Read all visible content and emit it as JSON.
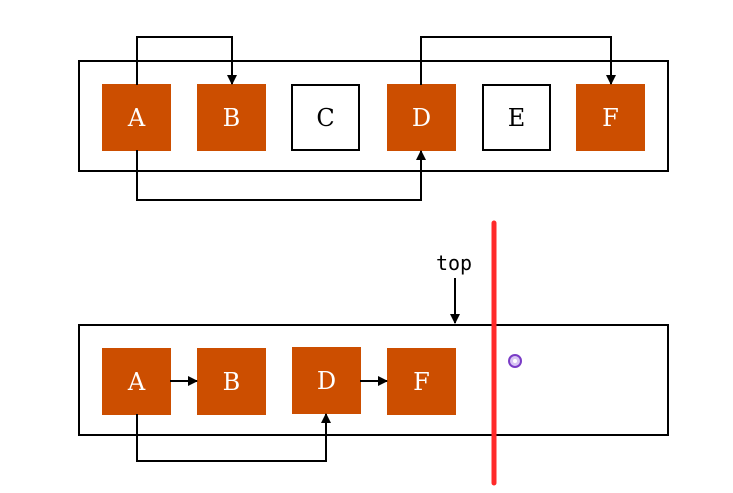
{
  "colors": {
    "filled_node": "#cc4e00",
    "filled_text": "#ffffff",
    "empty_node": "#ffffff",
    "empty_text": "#000000",
    "stroke": "#000000",
    "divider": "#ff2a2a",
    "cursor_ring": "#7a3cc6"
  },
  "top_row": {
    "nodes": [
      {
        "label": "A",
        "filled": true
      },
      {
        "label": "B",
        "filled": true
      },
      {
        "label": "C",
        "filled": false
      },
      {
        "label": "D",
        "filled": true
      },
      {
        "label": "E",
        "filled": false
      },
      {
        "label": "F",
        "filled": true
      }
    ]
  },
  "bottom_row": {
    "nodes": [
      {
        "label": "A",
        "filled": true
      },
      {
        "label": "B",
        "filled": true
      },
      {
        "label": "D",
        "filled": true
      },
      {
        "label": "F",
        "filled": true
      }
    ],
    "top_label": "top"
  }
}
